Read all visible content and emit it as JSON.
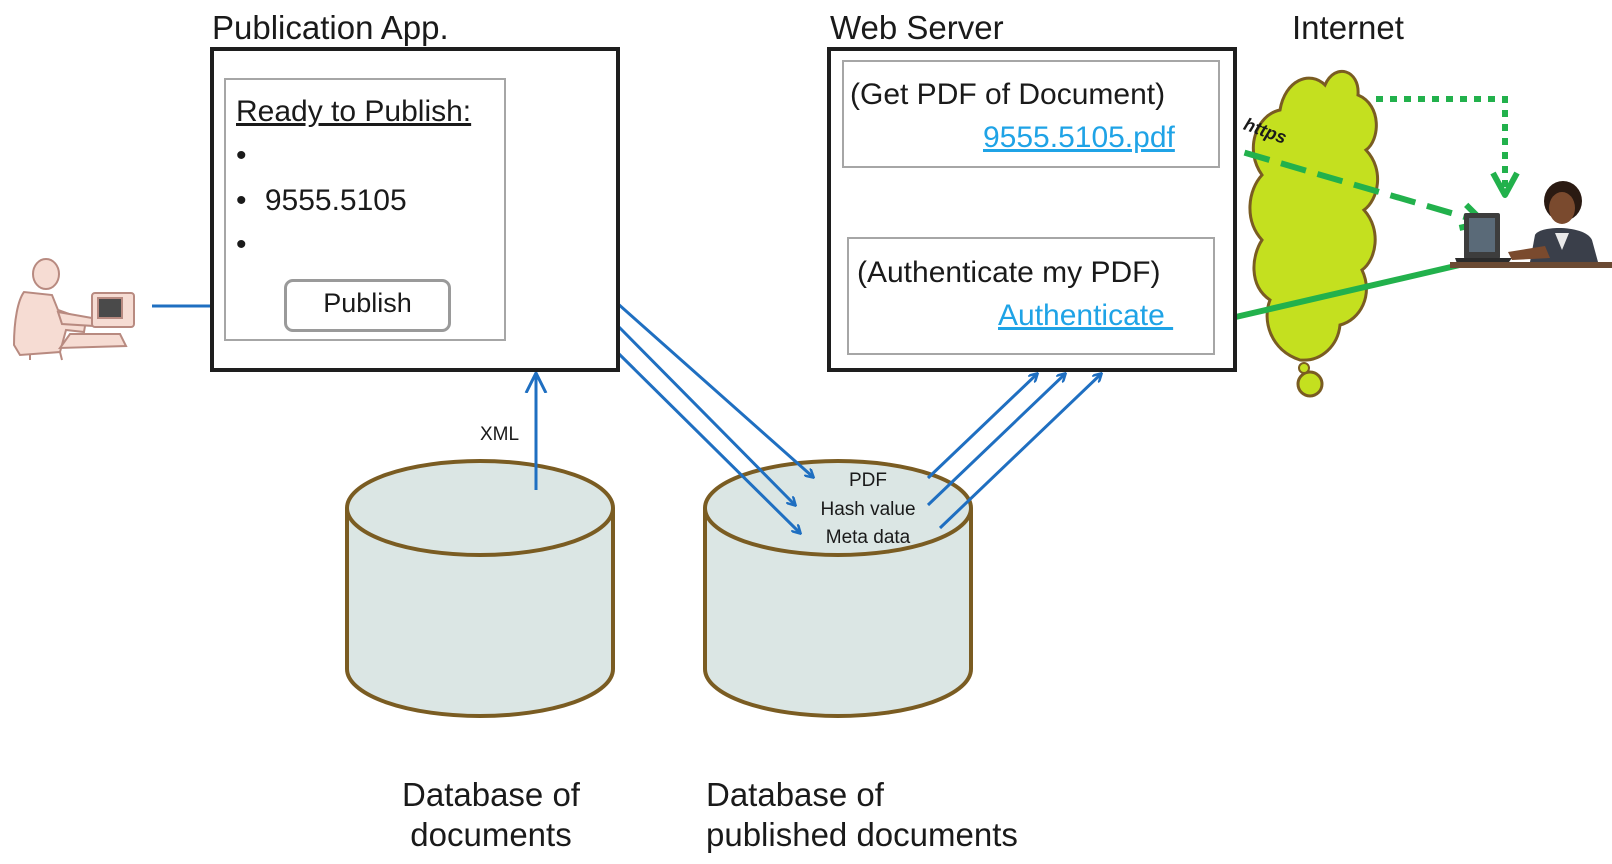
{
  "publication_app": {
    "title": "Publication App.",
    "ready_heading": "Ready to Publish:",
    "items": [
      "",
      "9555.5105",
      ""
    ],
    "publish_button": "Publish"
  },
  "web_server": {
    "title": "Web Server",
    "get_pdf_caption": "(Get PDF of Document)",
    "pdf_link": "9555.5105.pdf",
    "auth_caption": "(Authenticate my PDF)",
    "auth_link": "Authenticate "
  },
  "internet": {
    "title": "Internet",
    "https_label": "https"
  },
  "flow_labels": {
    "xml": "XML"
  },
  "published_db_fields": [
    "PDF",
    "Hash value",
    "Meta data"
  ],
  "databases": {
    "documents": [
      "Database of",
      "documents"
    ],
    "published": [
      "Database of",
      "published documents"
    ]
  },
  "colors": {
    "arrow_blue": "#1f6fc1",
    "arrow_green": "#22b14c",
    "cloud_fill": "#c4e01f",
    "cloud_stroke": "#7a5c22",
    "db_fill": "#dbe6e4",
    "db_stroke": "#7a5c22"
  }
}
